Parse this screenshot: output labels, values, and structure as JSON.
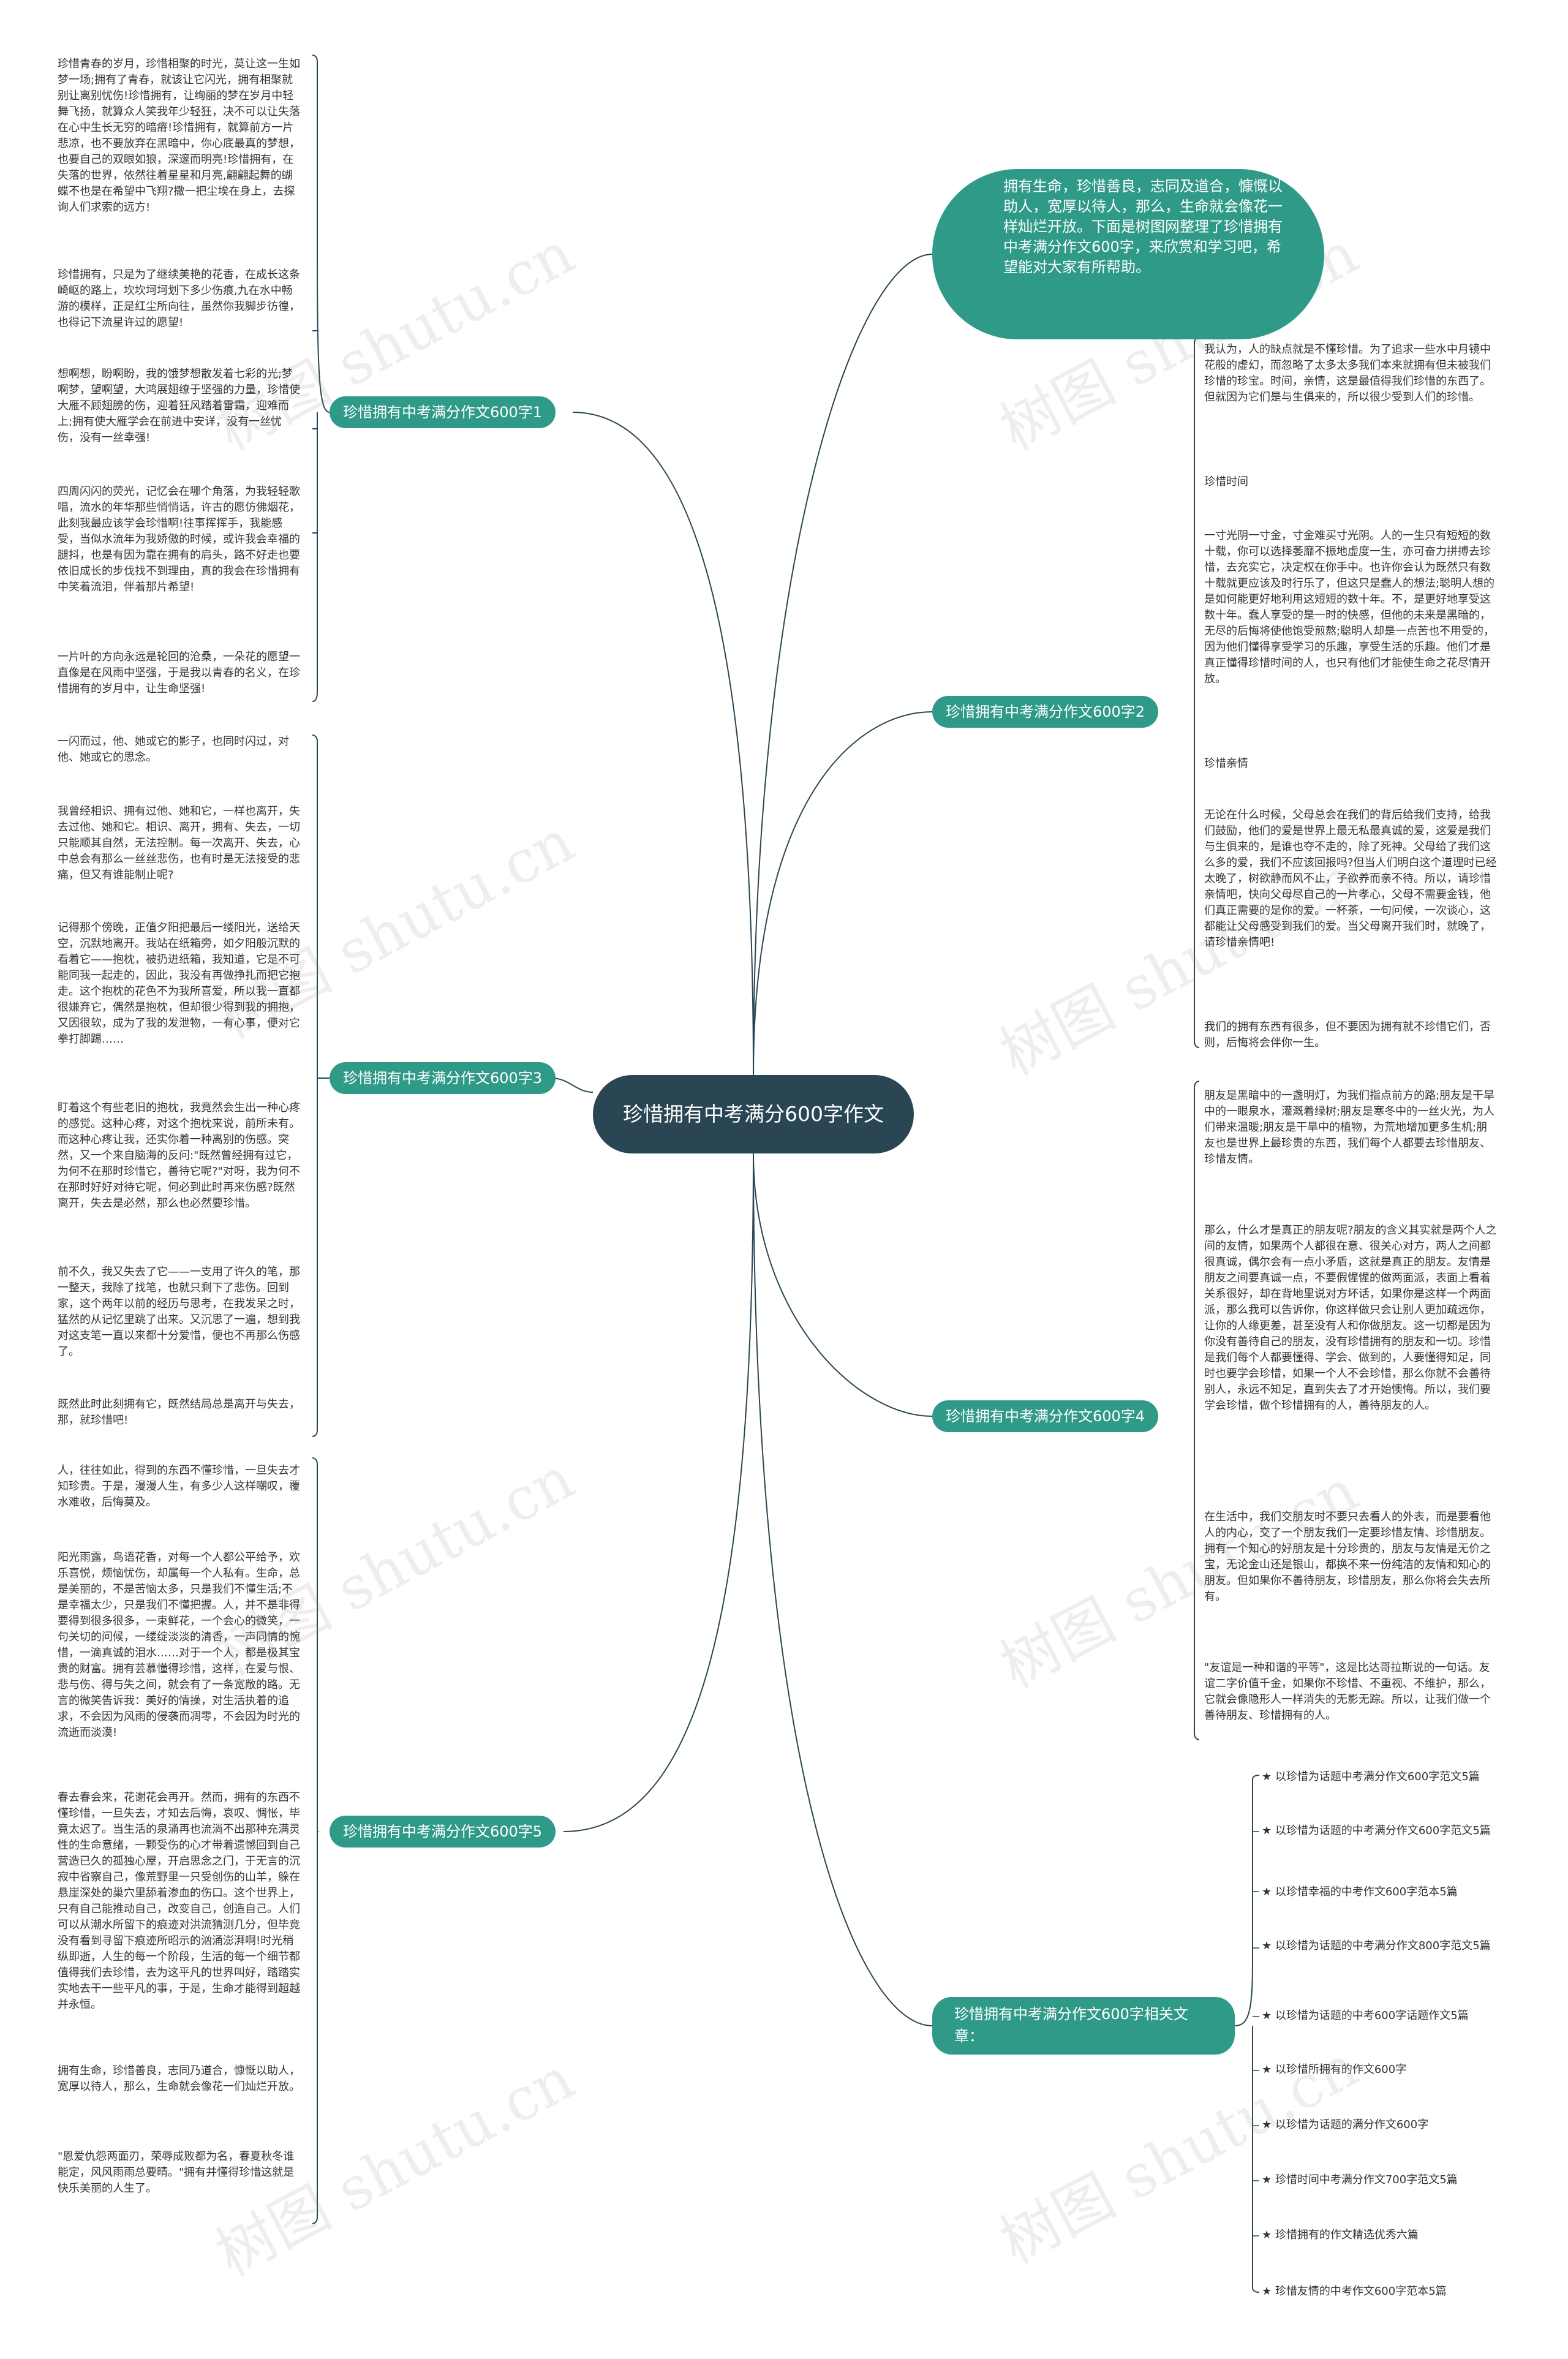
{
  "center_title": "珍惜拥有中考满分600字作文",
  "intro": "拥有生命，珍惜善良，志同及道合，慷慨以助人，宽厚以待人，那么，生命就会像花一样灿烂开放。下面是树图网整理了珍惜拥有中考满分作文600字，来欣赏和学习吧，希望能对大家有所帮助。",
  "watermark": "树图 shutu.cn",
  "colors": {
    "root": "#2a4553",
    "branch": "#2f9a88",
    "line": "#2a4553"
  },
  "branches": {
    "b1": "珍惜拥有中考满分作文600字1",
    "b2": "珍惜拥有中考满分作文600字2",
    "b3": "珍惜拥有中考满分作文600字3",
    "b4": "珍惜拥有中考满分作文600字4",
    "b5": "珍惜拥有中考满分作文600字5",
    "b6": "珍惜拥有中考满分作文600字相关文章："
  },
  "notes": {
    "b1": [
      "珍惜青春的岁月，珍惜相聚的时光，莫让这一生如梦一场;拥有了青春，就该让它闪光，拥有相聚就别让离别忧伤!珍惜拥有，让绚丽的梦在岁月中轻舞飞扬，就算众人笑我年少轻狂，决不可以让失落在心中生长无穷的暗瘠!珍惜拥有，就算前方一片悲凉，也不要放弃在黑暗中，你心底最真的梦想，也要自己的双眼如狼，深邃而明亮!珍惜拥有，在失落的世界，依然往着星星和月亮,翩翩起舞的蝴蝶不也是在希望中飞翔?撒一把尘埃在身上，去探询人们求索的远方!",
      "珍惜拥有，只是为了继续美艳的花香，在成长这条崎岖的路上，坎坎坷坷划下多少伤痕,九在水中畅游的模样，正是红尘所向往，虽然你我脚步彷徨，也得记下流星许过的愿望!",
      "想啊想，盼啊盼，我的饿梦想散发着七彩的光;梦啊梦，望啊望，大鸿展翅缭于坚强的力量，珍惜使大雁不顾翅膀的伤，迎着狂风踏着雷霜，迎难而上;拥有使大雁学会在前进中安详，没有一丝忧伤，没有一丝幸强!",
      "四周闪闪的荧光，记忆会在哪个角落，为我轻轻歌唱，流水的年华那些悄悄话，许古的愿仿佛烟花，此刻我最应该学会珍惜啊!往事挥挥手，我能感受，当似水流年为我娇傲的时候，或许我会幸福的腿抖，也是有因为靠在拥有的肩头，路不好走也要依旧成长的步伐找不到理由，真的我会在珍惜拥有中笑着流泪，伴着那片希望!",
      "一片叶的方向永远是轮回的沧桑，一朵花的愿望一直像是在风雨中坚强，于是我以青春的名义，在珍惜拥有的岁月中，让生命坚强!"
    ],
    "b2": [
      "我认为，人的缺点就是不懂珍惜。为了追求一些水中月镜中花般的虚幻，而忽略了太多太多我们本来就拥有但未被我们珍惜的珍宝。时间，亲情，这是最值得我们珍惜的东西了。但就因为它们是与生俱来的，所以很少受到人们的珍惜。",
      "珍惜时间",
      "一寸光阴一寸金，寸金难买寸光阴。人的一生只有短短的数十载，你可以选择萎靡不振地虚度一生，亦可奋力拼搏去珍惜，去充实它，决定权在你手中。也许你会认为既然只有数十载就更应该及时行乐了，但这只是蠢人的想法;聪明人想的是如何能更好地利用这短短的数十年。不，是更好地享受这数十年。蠢人享受的是一时的快感，但他的未来是黑暗的，无尽的后悔将使他饱受煎熬;聪明人却是一点苦也不用受的，因为他们懂得享受学习的乐趣，享受生活的乐趣。他们才是真正懂得珍惜时间的人，也只有他们才能使生命之花尽情开放。",
      "珍惜亲情",
      "无论在什么时候，父母总会在我们的背后给我们支持，给我们鼓励，他们的爱是世界上最无私最真诚的爱，这爱是我们与生俱来的，是谁也夺不走的，除了死神。父母给了我们这么多的爱，我们不应该回报吗?但当人们明白这个道理时已经太晚了，树欲静而风不止，子欲养而亲不待。所以，请珍惜亲情吧，快向父母尽自己的一片孝心，父母不需要金钱，他们真正需要的是你的爱。一杯茶，一句问候，一次谈心，这都能让父母感受到我们的爱。当父母离开我们时，就晚了，请珍惜亲情吧!",
      "我们的拥有东西有很多，但不要因为拥有就不珍惜它们，否则，后悔将会伴你一生。"
    ],
    "b3": [
      "一闪而过，他、她或它的影子，也同时闪过，对他、她或它的思念。",
      "我曾经相识、拥有过他、她和它，一样也离开，失去过他、她和它。相识、离开，拥有、失去，一切只能顺其自然，无法控制。每一次离开、失去，心中总会有那么一丝丝悲伤，也有时是无法接受的悲痛，但又有谁能制止呢?",
      "记得那个傍晚，正值夕阳把最后一缕阳光，送给天空，沉默地离开。我站在纸箱旁，如夕阳般沉默的看着它——抱枕，被扔进纸箱，我知道，它是不可能同我一起走的，因此，我没有再做挣扎而把它抱走。这个抱枕的花色不为我所喜爱，所以我一直都很嫌弃它，偶然是抱枕，但却很少得到我的拥抱，又因很软，成为了我的发泄物，一有心事，便对它拳打脚踢……",
      "盯着这个有些老旧的抱枕，我竟然会生出一种心疼的感觉。这种心疼，对这个抱枕来说，前所未有。而这种心疼让我，还实你着一种离别的伤感。突然，又一个来自脑海的反问:\"既然曾经拥有过它，为何不在那时珍惜它，善待它呢?\"对呀，我为何不在那时好好对待它呢，何必到此时再来伤感?既然离开，失去是必然，那么也必然要珍惜。",
      "前不久，我又失去了它——一支用了许久的笔，那一整天，我除了找笔，也就只剩下了悲伤。回到家，这个两年以前的经历与思考，在我发呆之时，猛然的从记忆里跳了出来。又沉思了一遍，想到我对这支笔一直以来都十分爱惜，便也不再那么伤感了。",
      "既然此时此刻拥有它，既然结局总是离开与失去，那，就珍惜吧!"
    ],
    "b4": [
      "朋友是黑暗中的一盏明灯，为我们指点前方的路;朋友是干旱中的一眼泉水，灌溉着绿树;朋友是寒冬中的一丝火光，为人们带来温暖;朋友是干旱中的植物，为荒地增加更多生机;朋友也是世界上最珍贵的东西，我们每个人都要去珍惜朋友、珍惜友情。",
      "那么，什么才是真正的朋友呢?朋友的含义其实就是两个人之间的友情，如果两个人都很在意、很关心对方，两人之间都很真诚，偶尔会有一点小矛盾，这就是真正的朋友。友情是朋友之间要真诚一点，不要假惺惺的做两面派，表面上看着关系很好，却在背地里说对方坏话，如果你是这样一个两面派，那么我可以告诉你，你这样做只会让别人更加疏远你，让你的人缘更差，甚至没有人和你做朋友。这一切都是因为你没有善待自己的朋友，没有珍惜拥有的朋友和一切。珍惜是我们每个人都要懂得、学会、做到的，人要懂得知足，同时也要学会珍惜，如果一个人不会珍惜，那么你就不会善待别人，永远不知足，直到失去了才开始懊悔。所以，我们要学会珍惜，做个珍惜拥有的人，善待朋友的人。",
      "在生活中，我们交朋友时不要只去看人的外表，而是要看他人的内心，交了一个朋友我们一定要珍惜友情、珍惜朋友。拥有一个知心的好朋友是十分珍贵的，朋友与友情是无价之宝，无论金山还是银山，都换不来一份纯洁的友情和知心的朋友。但如果你不善待朋友，珍惜朋友，那么你将会失去所有。",
      "\"友谊是一种和谐的平等\"，这是比达哥拉斯说的一句话。友谊二字价值千金，如果你不珍惜、不重视、不维护，那么，它就会像隐形人一样消失的无影无踪。所以，让我们做一个善待朋友、珍惜拥有的人。"
    ],
    "b5": [
      "人，往往如此，得到的东西不懂珍惜，一旦失去才知珍贵。于是，漫漫人生，有多少人这样嘲叹，覆水难收，后悔莫及。",
      "阳光雨露，鸟语花香，对每一个人都公平给予，欢乐喜悦，烦恼忧伤，却属每一个人私有。生命，总是美丽的，不是苦恼太多，只是我们不懂生活;不是幸福太少，只是我们不懂把握。人，并不是非得要得到很多很多，一束鲜花，一个会心的微笑，一句关切的问候，一缕绽淡淡的清香，一声同情的惋惜，一滴真诚的泪水……对于一个人，都是极其宝贵的财富。拥有芸慕懂得珍惜，这样，在爱与恨、悲与伤、得与失之间，就会有了一条宽敞的路。无言的微笑告诉我：美好的情操，对生活执着的追求，不会因为风雨的侵袭而凋零，不会因为时光的流逝而淡漠!",
      "春去春会来，花谢花会再开。然而，拥有的东西不懂珍惜，一旦失去，才知去后悔，哀叹、惆怅，毕竟太迟了。当生活的泉涌再也流淌不出那种充满灵性的生命意绪，一颗受伤的心才带着遗憾回到自己营造已久的孤独心屋，开启思念之门，于无言的沉寂中省察自己，像荒野里一只受创伤的山羊，躲在悬崖深处的巢穴里舔着渗血的伤口。这个世界上，只有自己能推动自己，改变自己，创造自己。人们可以从潮水所留下的痕迹对洪流猜测几分，但毕竟没有看到寻留下痕迹所昭示的汹涌澎湃啊!时光稍纵即逝，人生的每一个阶段，生活的每一个细节都值得我们去珍惜，去为这平凡的世界叫好，踏踏实实地去干一些平凡的事，于是，生命才能得到超越并永恒。",
      "拥有生命，珍惜善良，志同乃道合，慷慨以助人，宽厚以待人，那么，生命就会像花一们灿烂开放。",
      "\"恩爱仇怨两面刃，荣辱成败都为名，春夏秋冬谁能定，风风雨雨总要晴。\"拥有并懂得珍惜这就是快乐美丽的人生了。"
    ]
  },
  "related_links": [
    "★ 以珍惜为话题中考满分作文600字范文5篇",
    "★ 以珍惜为话题的中考满分作文600字范文5篇",
    "★ 以珍惜幸福的中考作文600字范本5篇",
    "★ 以珍惜为话题的中考满分作文800字范文5篇",
    "★ 以珍惜为话题的中考600字话题作文5篇",
    "★ 以珍惜所拥有的作文600字",
    "★ 以珍惜为话题的满分作文600字",
    "★ 珍惜时间中考满分作文700字范文5篇",
    "★ 珍惜拥有的作文精选优秀六篇",
    "★ 珍惜友情的中考作文600字范本5篇"
  ]
}
